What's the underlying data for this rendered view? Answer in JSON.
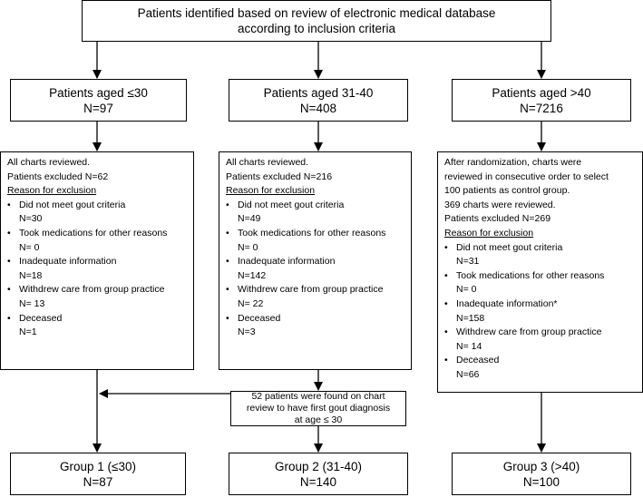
{
  "top": {
    "line1": "Patients identified based on review of electronic medical database",
    "line2": "according to inclusion criteria"
  },
  "groups_aged": [
    {
      "title": "Patients aged ≤30",
      "n": "N=97"
    },
    {
      "title": "Patients aged 31-40",
      "n": "N=408"
    },
    {
      "title": "Patients aged >40",
      "n": "N=7216"
    }
  ],
  "exclusions": [
    {
      "intro": [
        "All charts reviewed."
      ],
      "excluded": "Patients excluded N=62",
      "reason_heading": "Reason for exclusion",
      "reasons": [
        {
          "label": "Did not meet gout criteria",
          "n": "N=30"
        },
        {
          "label": "Took medications for other reasons",
          "n": "N= 0"
        },
        {
          "label": "Inadequate information",
          "n": "N=18"
        },
        {
          "label": "Withdrew care from group practice",
          "n": "N= 13"
        },
        {
          "label": "Deceased",
          "n": "N=1"
        }
      ]
    },
    {
      "intro": [
        "All charts reviewed."
      ],
      "excluded": "Patients excluded N=216",
      "reason_heading": "Reason for exclusion",
      "reasons": [
        {
          "label": "Did not meet gout criteria",
          "n": "N=49"
        },
        {
          "label": "Took medications for other reasons",
          "n": "N= 0"
        },
        {
          "label": "Inadequate information",
          "n": "N=142"
        },
        {
          "label": "Withdrew care from group practice",
          "n": "N= 22"
        },
        {
          "label": "Deceased",
          "n": "N=3"
        }
      ]
    },
    {
      "intro": [
        "After randomization, charts were",
        "reviewed in consecutive order to select",
        "100 patients as control group.",
        "369 charts were reviewed."
      ],
      "excluded": "Patients excluded N=269",
      "reason_heading": "Reason for exclusion",
      "reasons": [
        {
          "label": "Did not meet gout criteria",
          "n": "N=31"
        },
        {
          "label": "Took medications for other reasons",
          "n": "N= 0"
        },
        {
          "label": "Inadequate information*",
          "n": "N=158"
        },
        {
          "label": "Withdrew care from group practice",
          "n": "N= 14"
        },
        {
          "label": "Deceased",
          "n": "N=66"
        }
      ]
    }
  ],
  "found_box": {
    "lines": [
      "52 patients were found on chart",
      "review to have first gout diagnosis",
      "at age ≤ 30"
    ]
  },
  "final_groups": [
    {
      "title": "Group 1 (≤30)",
      "n": "N=87"
    },
    {
      "title": "Group 2 (31-40)",
      "n": "N=140"
    },
    {
      "title": "Group 3 (>40)",
      "n": "N=100"
    }
  ],
  "bullet": "•"
}
